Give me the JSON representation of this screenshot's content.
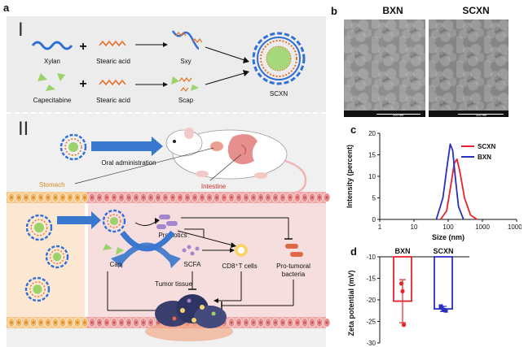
{
  "panels": {
    "a": "a",
    "b": "b",
    "c": "c",
    "d": "d"
  },
  "section_a": {
    "part1": "I",
    "part2": "II",
    "xylan": "Xylan",
    "stearic1": "Stearic acid",
    "sxy": "Sxy",
    "capecitabine": "Capecitabine",
    "stearic2": "Stearic acid",
    "scap": "Scap",
    "scxn": "SCXN",
    "oral": "Oral administration",
    "stomach": "Stomach",
    "intestine": "Intestine",
    "probiotics": "Probiotics",
    "cap": "Cap",
    "scfa": "SCFA",
    "cd8": "CD8⁺T cells",
    "protumoral1": "Pro-tumoral",
    "protumoral2": "bacteria",
    "tumor": "Tumor tissue",
    "plus": "+"
  },
  "section_b": {
    "left": "BXN",
    "right": "SCXN",
    "scale": "200 nm"
  },
  "colors": {
    "scxn": "#e8232a",
    "bxn": "#2b2fbf",
    "xylan": "#2f6fd6",
    "stearic": "#e8712a",
    "drug": "#9bd36a",
    "bg_top": "#ececec",
    "bg_bottom": "#f0f0f0"
  },
  "chart_data": [
    {
      "type": "line",
      "ylabel": "Intensity (percent)",
      "xlabel": "Size (nm)",
      "xscale": "log",
      "xlim": [
        1,
        10000
      ],
      "ylim": [
        0,
        20
      ],
      "xticks": [
        "1",
        "10",
        "100",
        "1000",
        "10000"
      ],
      "yticks": [
        "0",
        "5",
        "10",
        "15",
        "20"
      ],
      "legend": "top-right",
      "series": [
        {
          "name": "SCXN",
          "color": "#e8232a",
          "x": [
            60,
            90,
            120,
            150,
            180,
            220,
            300,
            450,
            700
          ],
          "y": [
            0,
            2,
            8,
            13,
            14,
            11,
            5,
            1,
            0
          ]
        },
        {
          "name": "BXN",
          "color": "#2b2fbf",
          "x": [
            45,
            70,
            95,
            115,
            135,
            160,
            200,
            280
          ],
          "y": [
            0,
            5,
            13,
            17.5,
            16,
            10,
            3,
            0
          ]
        }
      ]
    },
    {
      "type": "bar",
      "ylabel": "Zeta potential (mV)",
      "categories": [
        "BXN",
        "SCXN"
      ],
      "colors": [
        "#e8232a",
        "#2b2fbf"
      ],
      "values": [
        -20.3,
        -22.1
      ],
      "errors": [
        5.0,
        0.6
      ],
      "points": [
        [
          -16.2,
          -18.0,
          -25.8
        ],
        [
          -21.5,
          -22.3,
          -22.5
        ]
      ],
      "ylim": [
        -30,
        -10
      ],
      "yticks": [
        "-10",
        "-15",
        "-20",
        "-25",
        "-30"
      ]
    }
  ]
}
